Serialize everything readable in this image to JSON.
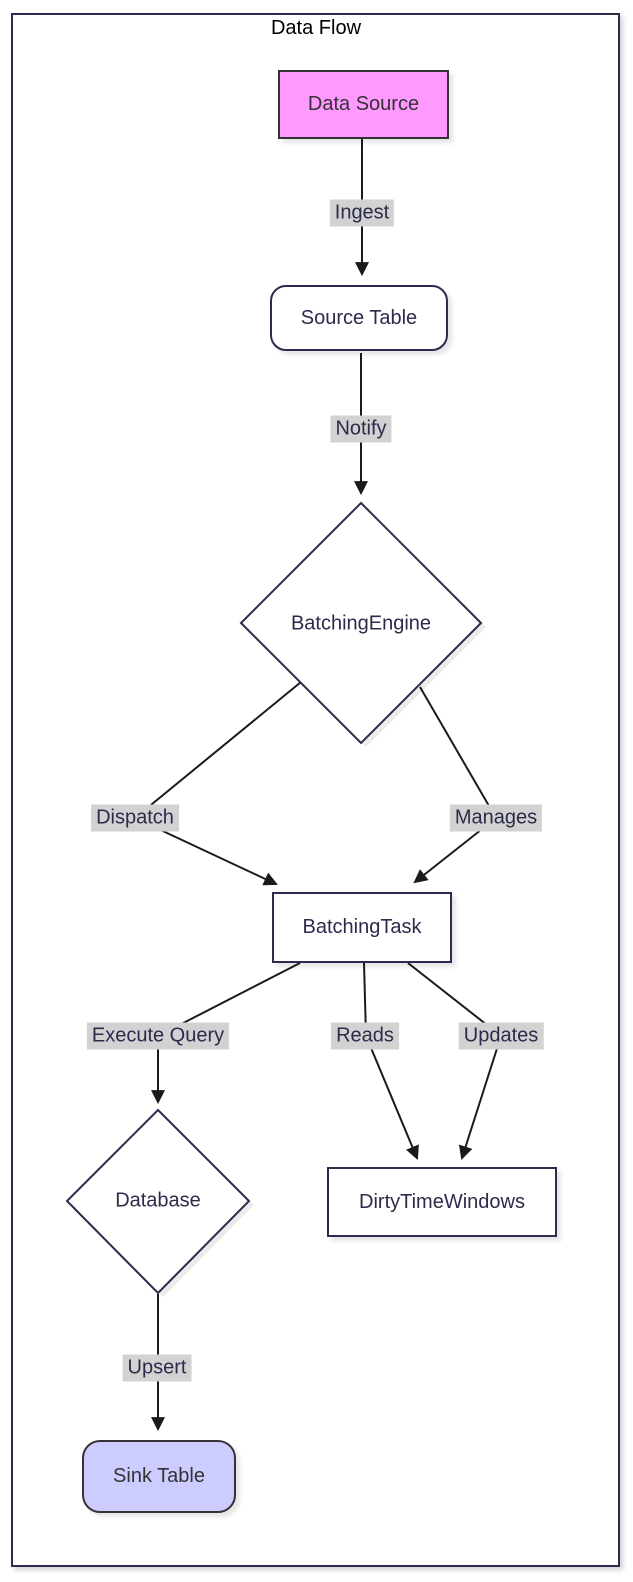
{
  "title": "Data Flow",
  "nodes": {
    "data_source": {
      "label": "Data Source",
      "shape": "rectangle"
    },
    "source_table": {
      "label": "Source Table",
      "shape": "rounded"
    },
    "batching_engine": {
      "label": "BatchingEngine",
      "shape": "diamond"
    },
    "batching_task": {
      "label": "BatchingTask",
      "shape": "rectangle"
    },
    "database": {
      "label": "Database",
      "shape": "diamond"
    },
    "dirty_time_windows": {
      "label": "DirtyTimeWindows",
      "shape": "rectangle"
    },
    "sink_table": {
      "label": "Sink Table",
      "shape": "rounded"
    }
  },
  "edges": [
    {
      "id": "ingest",
      "label": "Ingest",
      "from": "Data Source",
      "to": "Source Table"
    },
    {
      "id": "notify",
      "label": "Notify",
      "from": "Source Table",
      "to": "BatchingEngine"
    },
    {
      "id": "dispatch",
      "label": "Dispatch",
      "from": "BatchingEngine",
      "to": "BatchingTask"
    },
    {
      "id": "manages",
      "label": "Manages",
      "from": "BatchingEngine",
      "to": "BatchingTask"
    },
    {
      "id": "execute_query",
      "label": "Execute Query",
      "from": "BatchingTask",
      "to": "Database"
    },
    {
      "id": "reads",
      "label": "Reads",
      "from": "BatchingTask",
      "to": "DirtyTimeWindows"
    },
    {
      "id": "updates",
      "label": "Updates",
      "from": "BatchingTask",
      "to": "DirtyTimeWindows"
    },
    {
      "id": "upsert",
      "label": "Upsert",
      "from": "Database",
      "to": "Sink Table"
    }
  ],
  "colors": {
    "frame-stroke": "#2b2b4b",
    "node-stroke": "#2b2b4b",
    "node-fill": "#ffffff",
    "node-text": "#2b2b4b",
    "styled-stroke": "#333333",
    "styled-text": "#333333",
    "data-source-fill": "#ff99ff",
    "sink-table-fill": "#ccccff",
    "edge-stroke": "#1a1a1a",
    "label-bg": "#d2d2d2",
    "title-text": "#000000"
  }
}
